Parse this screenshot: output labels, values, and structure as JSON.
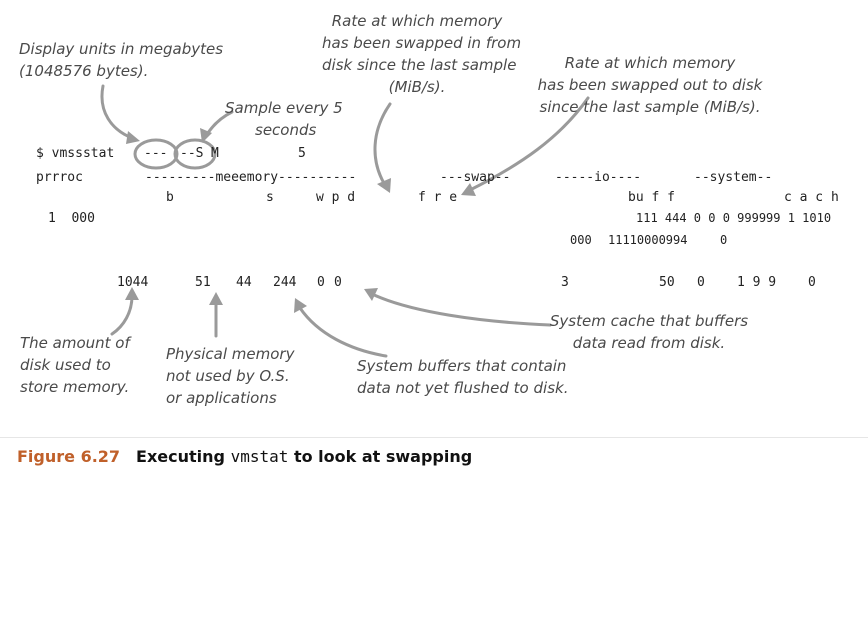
{
  "annotations": {
    "units": [
      "Display units in megabytes",
      "(1048576 bytes)."
    ],
    "sample": [
      "Sample every 5",
      "seconds"
    ],
    "swap_in": [
      "Rate at which memory",
      "has been swapped in from",
      "disk since the last sample",
      "(MiB/s)."
    ],
    "swap_out": [
      "Rate at which memory",
      "has been swapped out to disk",
      "since the last sample (MiB/s)."
    ],
    "swpd": [
      "The amount of",
      "disk used to",
      "store memory."
    ],
    "free": [
      "Physical memory",
      "not used by O.S.",
      "or applications"
    ],
    "buff": [
      "System buffers that contain",
      "data not yet flushed to disk."
    ],
    "cache": [
      "System cache that buffers",
      "data read from disk."
    ]
  },
  "terminal": {
    "command": {
      "prompt": "$ vmssstat",
      "flag1": "---",
      "flag2": "--S",
      "unit": "M",
      "interval": "5"
    },
    "header1": {
      "procs": "prrroc",
      "memory": "---------meeemory----------",
      "swap": "---swap--",
      "io": "-----io----",
      "system": "--system--"
    },
    "header2": {
      "b": "b",
      "s": "s",
      "wpd": "w p d",
      "fre": "f r e",
      "buff": "bu f f",
      "cach": "c a c h"
    },
    "row1": {
      "left": "1  000",
      "right": "111 444 0 0 0 999999 1 1010"
    },
    "row2": {
      "a": "000",
      "b": "11110000994",
      "c": "0"
    },
    "values": {
      "swpd": "1044",
      "free": "51",
      "buff": "44",
      "cache": "244",
      "si": "0",
      "so": "0",
      "bi": "3",
      "bo": "50",
      "in": "0",
      "cs": "1 9 9",
      "us": "0"
    }
  },
  "caption": {
    "figure": "Figure 6.27",
    "pre": "Executing ",
    "code": "vmstat",
    "post": " to look at swapping"
  }
}
